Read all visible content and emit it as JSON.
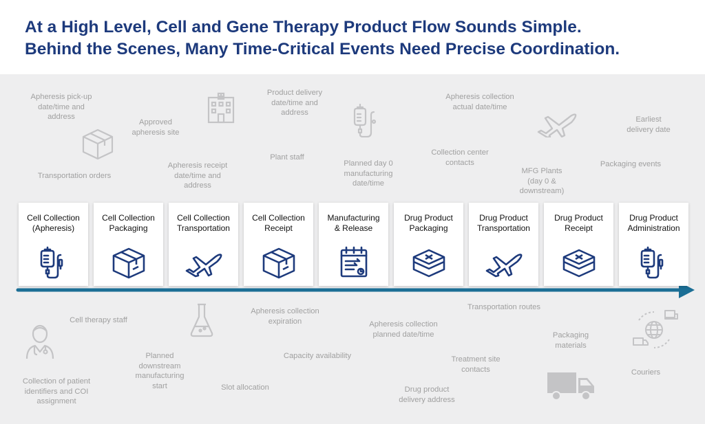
{
  "title": {
    "line1": "At a High Level, Cell and Gene Therapy Product Flow Sounds Simple.",
    "line2": "Behind the Scenes, Many Time-Critical Events Need Precise Coordination."
  },
  "stages": [
    {
      "label": "Cell Collection\n(Apheresis)",
      "icon": "iv-bag-icon"
    },
    {
      "label": "Cell Collection\nPackaging",
      "icon": "package-icon"
    },
    {
      "label": "Cell Collection\nTransportation",
      "icon": "airplane-icon"
    },
    {
      "label": "Cell Collection\nReceipt",
      "icon": "package-icon"
    },
    {
      "label": "Manufacturing\n& Release",
      "icon": "calendar-icon"
    },
    {
      "label": "Drug Product\nPackaging",
      "icon": "package-x-icon"
    },
    {
      "label": "Drug Product\nTransportation",
      "icon": "airplane-icon"
    },
    {
      "label": "Drug Product\nReceipt",
      "icon": "package-x-icon"
    },
    {
      "label": "Drug Product\nAdministration",
      "icon": "iv-bag-icon"
    }
  ],
  "events_top": [
    "Apheresis pick-up\ndate/time and\naddress",
    "Approved\napheresis site",
    "Transportation orders",
    "Product delivery\ndate/time and\naddress",
    "Plant staff",
    "Apheresis receipt\ndate/time and\naddress",
    "Planned day 0\nmanufacturing\ndate/time",
    "Apheresis collection\nactual date/time",
    "Collection center\ncontacts",
    "Earliest\ndelivery date",
    "MFG Plants\n(day 0 &\ndownstream)",
    "Packaging events"
  ],
  "events_bottom": [
    "Cell therapy staff",
    "Apheresis collection\nexpiration",
    "Transportation routes",
    "Apheresis collection\nplanned date/time",
    "Packaging\nmaterials",
    "Planned\ndownstream\nmanufacturing\nstart",
    "Capacity availability",
    "Treatment site\ncontacts",
    "Couriers",
    "Collection of patient\nidentifiers and COI\nassignment",
    "Slot allocation",
    "Drug product\ndelivery address"
  ],
  "colors": {
    "title": "#1d3a7c",
    "timeline": "#1b6e95",
    "icon": "#1d3a7c",
    "background": "#eeeeef",
    "faint_text": "#a0a0a0"
  }
}
